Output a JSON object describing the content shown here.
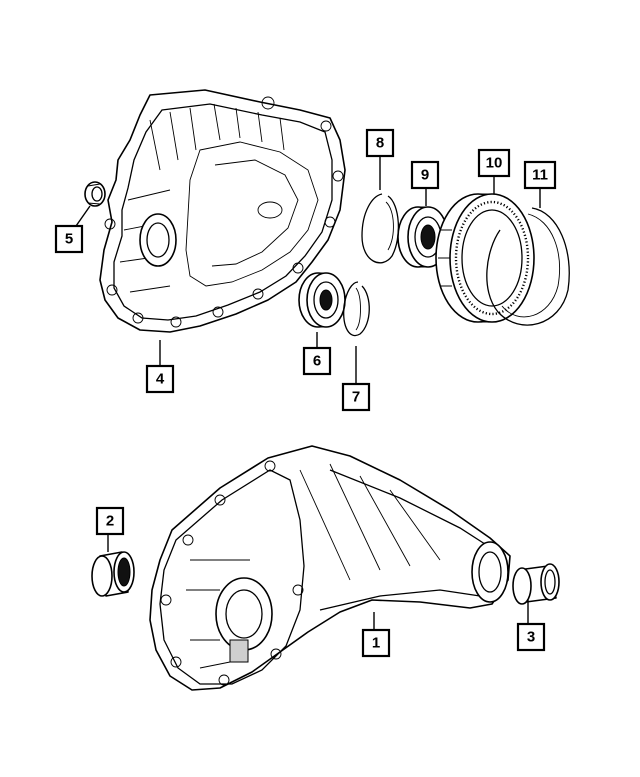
{
  "callouts": [
    {
      "id": "1",
      "label": "1"
    },
    {
      "id": "2",
      "label": "2"
    },
    {
      "id": "3",
      "label": "3"
    },
    {
      "id": "4",
      "label": "4"
    },
    {
      "id": "5",
      "label": "5"
    },
    {
      "id": "6",
      "label": "6"
    },
    {
      "id": "7",
      "label": "7"
    },
    {
      "id": "8",
      "label": "8"
    },
    {
      "id": "9",
      "label": "9"
    },
    {
      "id": "10",
      "label": "10"
    },
    {
      "id": "11",
      "label": "11"
    }
  ],
  "parts": [
    {
      "callout": "1",
      "icon": "rear-transfer-case-housing-icon"
    },
    {
      "callout": "2",
      "icon": "needle-bearing-icon"
    },
    {
      "callout": "3",
      "icon": "bushing-icon"
    },
    {
      "callout": "4",
      "icon": "front-transfer-case-housing-icon"
    },
    {
      "callout": "5",
      "icon": "oil-seal-icon"
    },
    {
      "callout": "6",
      "icon": "ball-bearing-icon"
    },
    {
      "callout": "7",
      "icon": "snap-ring-icon"
    },
    {
      "callout": "8",
      "icon": "snap-ring-icon"
    },
    {
      "callout": "9",
      "icon": "ball-bearing-icon"
    },
    {
      "callout": "10",
      "icon": "ring-gear-icon"
    },
    {
      "callout": "11",
      "icon": "snap-ring-icon"
    }
  ],
  "colors": {
    "line": "#000000",
    "background": "#ffffff"
  }
}
